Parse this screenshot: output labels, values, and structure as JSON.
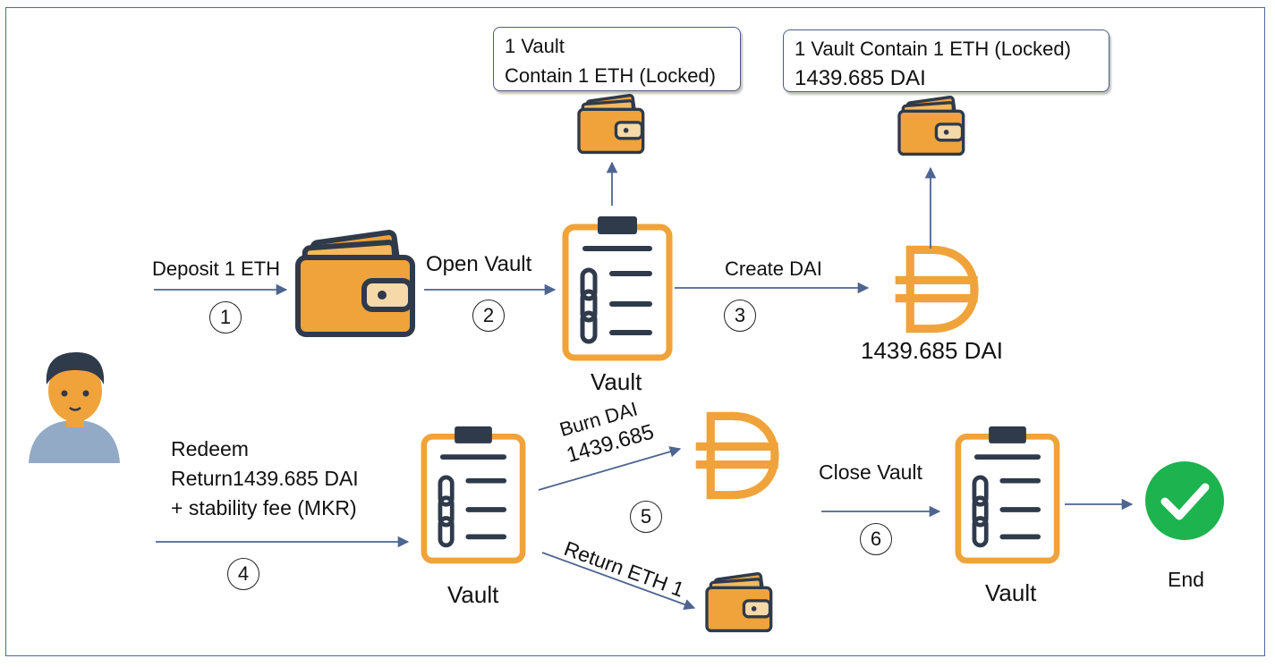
{
  "steps": {
    "s1": {
      "label": "Deposit 1 ETH",
      "number": "1"
    },
    "s2": {
      "label": "Open Vault",
      "number": "2"
    },
    "s3": {
      "label": "Create DAI",
      "number": "3"
    },
    "s4": {
      "lines": [
        "Redeem",
        "Return1439.685 DAI",
        "+ stability fee (MKR)"
      ],
      "number": "4"
    },
    "s5": {
      "burn_lines": [
        "Burn DAI",
        "1439.685"
      ],
      "return_label": "Return ETH 1",
      "number": "5"
    },
    "s6": {
      "label": "Close Vault",
      "number": "6"
    }
  },
  "boxes": {
    "box1": {
      "line1": "1 Vault",
      "line2": "Contain 1 ETH (Locked)"
    },
    "box2": {
      "line1": "1 Vault Contain 1 ETH (Locked)",
      "line2": "1439.685 DAI"
    }
  },
  "labels": {
    "dai_amount": "1439.685 DAI",
    "vault_top": "Vault",
    "vault_bottom": "Vault",
    "vault_close": "Vault",
    "end": "End"
  },
  "icons": {
    "user": "user-avatar-icon",
    "wallet": "wallet-icon",
    "vault": "clipboard-chain-icon",
    "dai": "dai-coin-icon",
    "done": "check-circle-icon"
  },
  "colors": {
    "orange": "#f0a33a",
    "dark": "#2f3a4b",
    "arrow": "#4d6590",
    "green": "#1db34f",
    "border": "#4a6a9a"
  }
}
